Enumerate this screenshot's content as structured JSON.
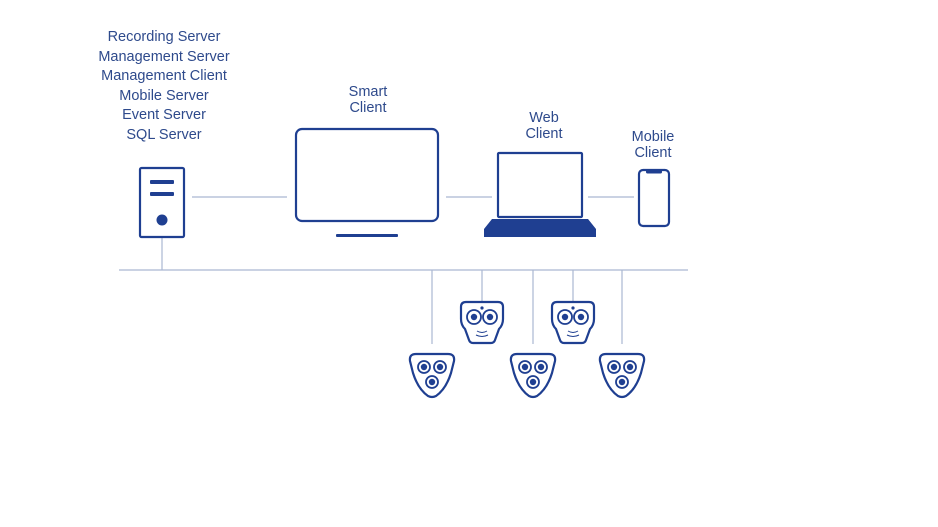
{
  "server_stack": {
    "items": [
      "Recording Server",
      "Management Server",
      "Management Client",
      "Mobile Server",
      "Event Server",
      "SQL Server"
    ]
  },
  "clients": {
    "smart": [
      "Smart",
      "Client"
    ],
    "web": [
      "Web",
      "Client"
    ],
    "mobile": [
      "Mobile",
      "Client"
    ]
  },
  "colors": {
    "accent": "#1f3f91",
    "text": "#2e4a8c",
    "connector": "#aab7d2"
  },
  "icons": {
    "server": "server-tower-icon",
    "smart_client": "monitor-icon",
    "web_client": "laptop-icon",
    "mobile_client": "smartphone-icon",
    "camera_multi": "multi-sensor-camera-icon",
    "camera_dual": "dual-lens-camera-icon"
  }
}
